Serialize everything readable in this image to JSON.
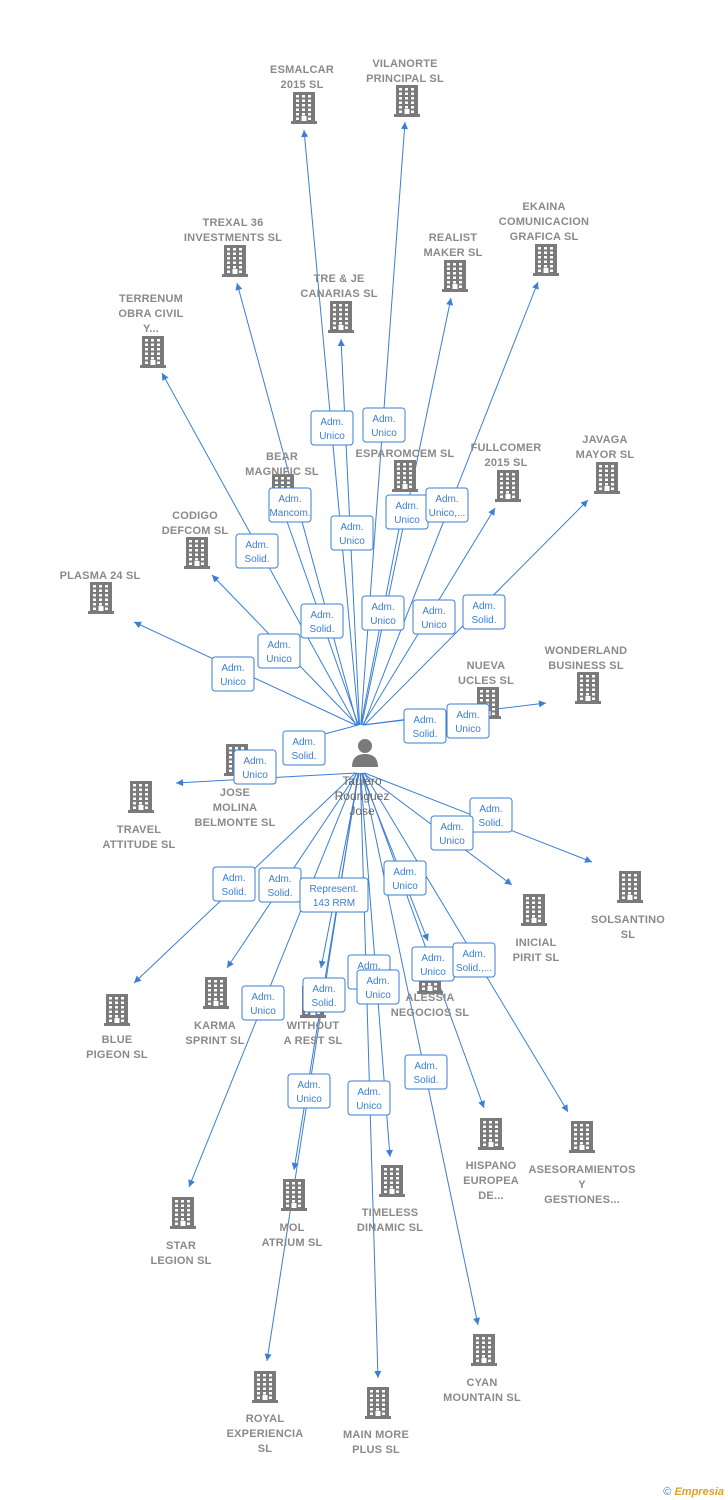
{
  "center": {
    "name_lines": [
      "Taulero",
      "Rodriguez",
      "Jose"
    ]
  },
  "companies": [
    {
      "id": "esmalcar",
      "lines": [
        "ESMALCAR",
        "2015  SL"
      ]
    },
    {
      "id": "vilanorte",
      "lines": [
        "VILANORTE",
        "PRINCIPAL  SL"
      ]
    },
    {
      "id": "trexal",
      "lines": [
        "TREXAL 36",
        "INVESTMENTS SL"
      ]
    },
    {
      "id": "realist",
      "lines": [
        "REALIST",
        "MAKER  SL"
      ]
    },
    {
      "id": "ekaina",
      "lines": [
        "EKAINA",
        "COMUNICACION",
        "GRAFICA  SL"
      ]
    },
    {
      "id": "trejecanarias",
      "lines": [
        "TRE & JE",
        "CANARIAS  SL"
      ]
    },
    {
      "id": "terrenum",
      "lines": [
        "TERRENUM",
        "OBRA CIVIL",
        "Y..."
      ]
    },
    {
      "id": "bear",
      "lines": [
        "BEAR",
        "MAGNIFIC  SL"
      ]
    },
    {
      "id": "esparomcem",
      "lines": [
        "ESPAROMCEM SL"
      ]
    },
    {
      "id": "fullcomer",
      "lines": [
        "FULLCOMER",
        "2015  SL"
      ]
    },
    {
      "id": "javaga",
      "lines": [
        "JAVAGA",
        "MAYOR  SL"
      ]
    },
    {
      "id": "codigo",
      "lines": [
        "CODIGO",
        "DEFCOM  SL"
      ]
    },
    {
      "id": "plasma",
      "lines": [
        "PLASMA 24 SL"
      ]
    },
    {
      "id": "wonderland",
      "lines": [
        "WONDERLAND",
        "BUSINESS  SL"
      ]
    },
    {
      "id": "nuevaucles",
      "lines": [
        "NUEVA",
        "UCLES  SL"
      ]
    },
    {
      "id": "josemolina",
      "lines": [
        "JOSE",
        "MOLINA",
        "BELMONTE  SL"
      ]
    },
    {
      "id": "travel",
      "lines": [
        "TRAVEL",
        "ATTITUDE  SL"
      ]
    },
    {
      "id": "solsantino",
      "lines": [
        "SOLSANTINO",
        "SL"
      ]
    },
    {
      "id": "inicial",
      "lines": [
        "INICIAL",
        "PIRIT  SL"
      ]
    },
    {
      "id": "bluepigeon",
      "lines": [
        "BLUE",
        "PIGEON  SL"
      ]
    },
    {
      "id": "karma",
      "lines": [
        "KARMA",
        "SPRINT  SL"
      ]
    },
    {
      "id": "without",
      "lines": [
        "WITHOUT",
        "A REST  SL"
      ]
    },
    {
      "id": "alessia",
      "lines": [
        "ALESSIA",
        "NEGOCIOS  SL"
      ]
    },
    {
      "id": "hispano",
      "lines": [
        "HISPANO",
        "EUROPEA",
        "DE..."
      ]
    },
    {
      "id": "asesoramientos",
      "lines": [
        "ASESORAMIENTOS",
        "Y",
        "GESTIONES..."
      ]
    },
    {
      "id": "starlegion",
      "lines": [
        "STAR",
        "LEGION  SL"
      ]
    },
    {
      "id": "molatrium",
      "lines": [
        "MOL",
        "ATRIUM  SL"
      ]
    },
    {
      "id": "timeless",
      "lines": [
        "TIMELESS",
        "DINAMIC  SL"
      ]
    },
    {
      "id": "cyan",
      "lines": [
        "CYAN",
        "MOUNTAIN  SL"
      ]
    },
    {
      "id": "royal",
      "lines": [
        "ROYAL",
        "EXPERIENCIA",
        "SL"
      ]
    },
    {
      "id": "mainmore",
      "lines": [
        "MAIN MORE",
        "PLUS  SL"
      ]
    }
  ],
  "roles": [
    {
      "lines": [
        "Adm.",
        "Unico"
      ]
    },
    {
      "lines": [
        "Adm.",
        "Unico"
      ]
    },
    {
      "lines": [
        "Adm.",
        "Mancom."
      ]
    },
    {
      "lines": [
        "Adm.",
        "Unico"
      ]
    },
    {
      "lines": [
        "Adm.",
        "Unico"
      ]
    },
    {
      "lines": [
        "Adm.",
        "Unico,..."
      ]
    },
    {
      "lines": [
        "Adm.",
        "Solid."
      ]
    },
    {
      "lines": [
        "Adm.",
        "Solid."
      ]
    },
    {
      "lines": [
        "Adm.",
        "Unico"
      ]
    },
    {
      "lines": [
        "Adm.",
        "Unico"
      ]
    },
    {
      "lines": [
        "Adm.",
        "Solid."
      ]
    },
    {
      "lines": [
        "Adm.",
        "Unico"
      ]
    },
    {
      "lines": [
        "Adm.",
        "Unico"
      ]
    },
    {
      "lines": [
        "Adm.",
        "Solid."
      ]
    },
    {
      "lines": [
        "Adm.",
        "Unico"
      ]
    },
    {
      "lines": [
        "Adm.",
        "Solid."
      ]
    },
    {
      "lines": [
        "Adm.",
        "Unico"
      ]
    },
    {
      "lines": [
        "Adm.",
        "Solid."
      ]
    },
    {
      "lines": [
        "Adm.",
        "Unico"
      ]
    },
    {
      "lines": [
        "Adm.",
        "Solid."
      ]
    },
    {
      "lines": [
        "Adm.",
        "Solid."
      ]
    },
    {
      "lines": [
        "Represent.",
        "143 RRM"
      ]
    },
    {
      "lines": [
        "Adm.",
        "Unico"
      ]
    },
    {
      "lines": [
        "Adm.",
        "Unico"
      ]
    },
    {
      "lines": [
        "Adm.",
        "Solid.,..."
      ]
    },
    {
      "lines": [
        "Adm.",
        "Unico"
      ]
    },
    {
      "lines": [
        "Adm.",
        "Unico"
      ]
    },
    {
      "lines": [
        "Adm.",
        "Unico"
      ]
    },
    {
      "lines": [
        "Adm.",
        "Solid."
      ]
    },
    {
      "lines": [
        "Adm.",
        "Unico"
      ]
    },
    {
      "lines": [
        "Adm.",
        "Unico"
      ]
    },
    {
      "lines": [
        "Adm.",
        "Solid."
      ]
    }
  ],
  "footer": {
    "copyright": "©",
    "brand": "Empresia"
  },
  "colors": {
    "edge": "#3a7fd5",
    "building": "#7a7a7a",
    "label": "#8a8a8a"
  }
}
